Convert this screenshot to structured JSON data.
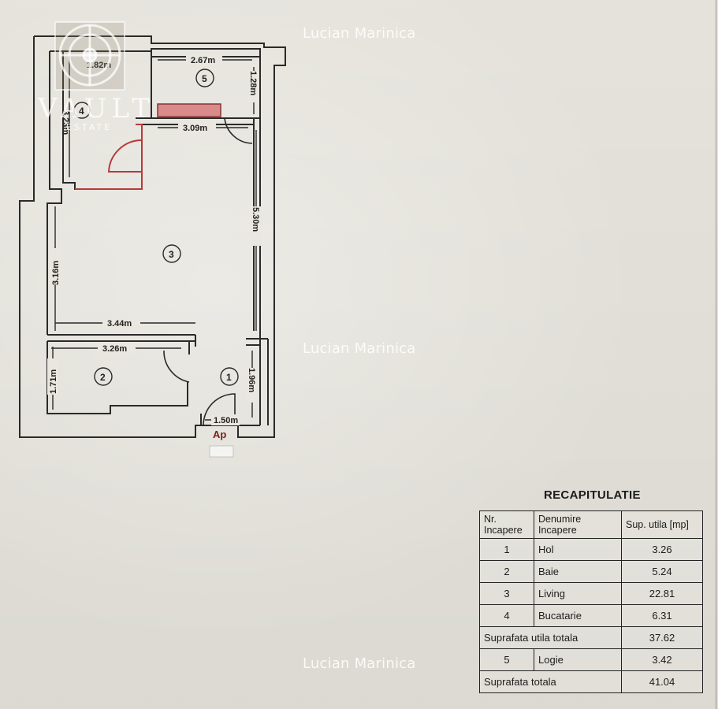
{
  "watermarks": [
    "Lucian Marinica",
    "Lucian Marinica",
    "Lucian Marinica"
  ],
  "logo": {
    "text": "VAULT",
    "subtitle": "ESTATE"
  },
  "plan": {
    "rooms": [
      "1",
      "2",
      "3",
      "4",
      "5"
    ],
    "dimensions": {
      "d_182": "1.82m",
      "d_267": "2.67m",
      "d_128": "1.28m",
      "d_323": "3.23m",
      "d_309": "3.09m",
      "d_530": "5.30m",
      "d_316": "3.16m",
      "d_344": "3.44m",
      "d_326": "3.26m",
      "d_171": "1.71m",
      "d_196": "1.96m",
      "d_150": "1.50m"
    },
    "entry_label": "Ap"
  },
  "recap": {
    "title": "RECAPITULATIE",
    "headers": [
      "Nr. Incapere",
      "Denumire Incapere",
      "Sup. utila [mp]"
    ],
    "rows": [
      {
        "nr": "1",
        "name": "Hol",
        "area": "3.26"
      },
      {
        "nr": "2",
        "name": "Baie",
        "area": "5.24"
      },
      {
        "nr": "3",
        "name": "Living",
        "area": "22.81"
      },
      {
        "nr": "4",
        "name": "Bucatarie",
        "area": "6.31"
      }
    ],
    "usable_total_label": "Suprafata utila totala",
    "usable_total_value": "37.62",
    "loggia": {
      "nr": "5",
      "name": "Logie",
      "area": "3.42"
    },
    "total_label": "Suprafata totala",
    "total_value": "41.04"
  },
  "colors": {
    "paper": "#e9e7df",
    "ink": "#1c1c1c",
    "red_wall": "#b83a3a",
    "pink_block": "#d98b8b"
  }
}
